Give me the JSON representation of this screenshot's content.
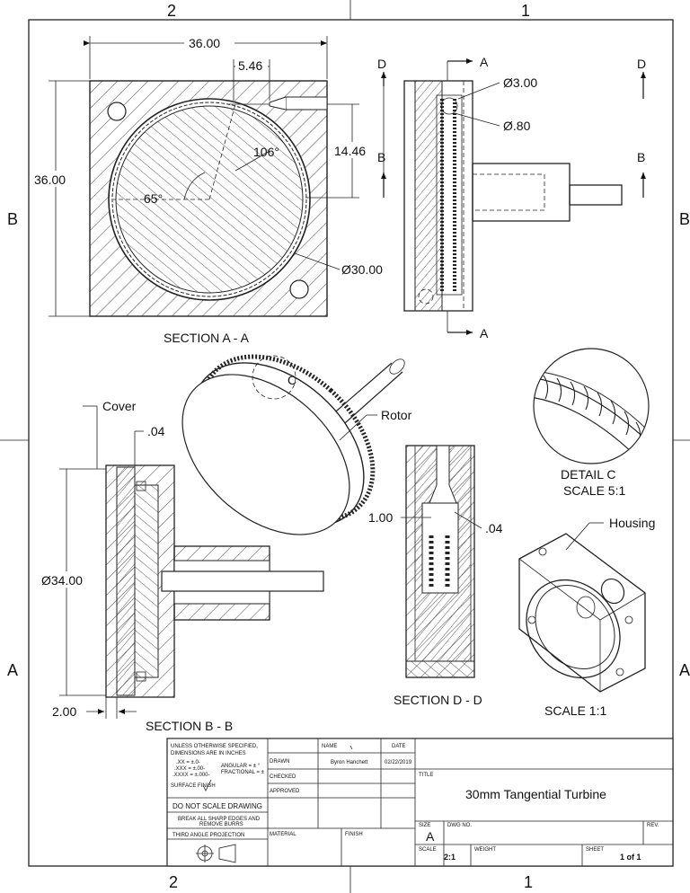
{
  "zones": {
    "top_left": "2",
    "top_right": "1",
    "bottom_left": "2",
    "bottom_right": "1",
    "left_upper": "B",
    "left_lower": "A",
    "right_upper": "B",
    "right_lower": "A"
  },
  "section_aa": {
    "title": "SECTION A - A",
    "width": "36.00",
    "height": "36.00",
    "offset": "5.46",
    "depth": "14.46",
    "angle_a": "106°",
    "angle_b": "65°",
    "diameter": "Ø30.00"
  },
  "side_view": {
    "cut_d": "D",
    "cut_a": "A",
    "cut_b": "B",
    "hole": "Ø3.00",
    "nozzle": "Ø.80"
  },
  "rotor_view": {
    "rotor": "Rotor",
    "detail_ref": "C"
  },
  "detail_c": {
    "title": "DETAIL C",
    "scale": "SCALE 5:1"
  },
  "section_bb": {
    "title": "SECTION B - B",
    "cover": "Cover",
    "gap": ".04",
    "diameter": "Ø34.00",
    "thickness": "2.00"
  },
  "section_dd": {
    "title": "SECTION D - D",
    "height": "1.00",
    "gap": ".04"
  },
  "iso_view": {
    "housing": "Housing",
    "scale": "SCALE 1:1"
  },
  "title_block": {
    "notes": [
      "UNLESS OTHERWISE SPECIFIED,",
      "DIMENSIONS ARE IN INCHES",
      ".XX = ±.0-",
      ".XXX = ±.00-",
      ".XXXX = ±.000-",
      "ANGULAR = ± °",
      "FRACTIONAL = ±",
      "SURFACE FINISH"
    ],
    "no_scale": "DO NOT SCALE DRAWING",
    "burrs": [
      "BREAK ALL SHARP EDGES AND",
      "REMOVE BURRS"
    ],
    "projection": "THIRD ANGLE PROJECTION",
    "material": "MATERIAL",
    "finish": "FINISH",
    "name_hdr": "NAME",
    "date_hdr": "DATE",
    "drawn": "DRAWN",
    "checked": "CHECKED",
    "approved": "APPROVED",
    "drawn_name": "Byron Hanchett",
    "drawn_date": "02/22/2019",
    "title_hdr": "TITLE",
    "title": "30mm Tangential Turbine",
    "size_hdr": "SIZE",
    "size": "A",
    "dwg_hdr": "DWG NO.",
    "rev_hdr": "REV.",
    "scale_hdr": "SCALE",
    "scale": "2:1",
    "weight_hdr": "WEIGHT",
    "sheet_hdr": "SHEET",
    "sheet": "1 of 1"
  }
}
